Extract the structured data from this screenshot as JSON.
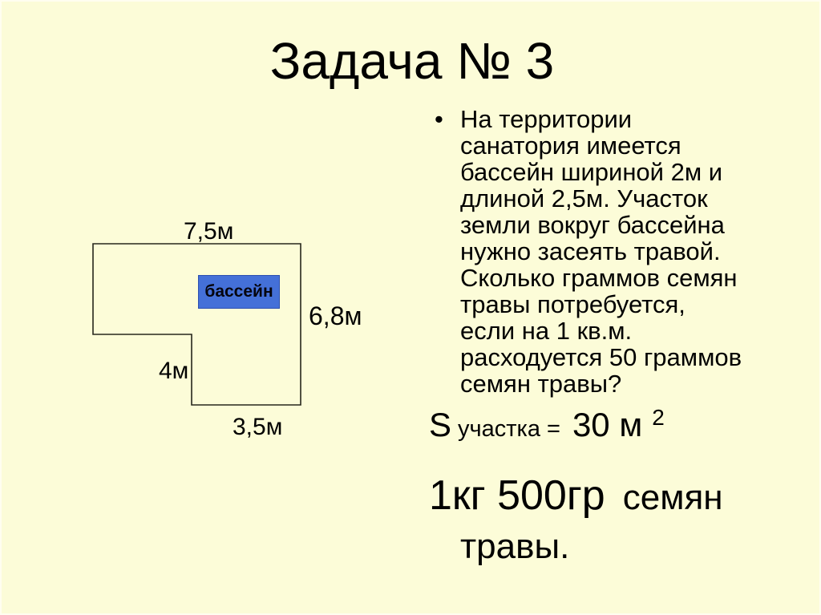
{
  "slide": {
    "title": "Задача № 3",
    "background": "#FCFCD8"
  },
  "problem": {
    "bullet": "•",
    "lines": [
      "На территории",
      "санатория имеется",
      "бассейн шириной 2м и",
      "длиной 2,5м. Участок",
      "земли вокруг бассейна",
      "нужно засеять травой.",
      "Сколько граммов семян",
      "травы потребуется,",
      "если на 1 кв.м.",
      "расходуется 50 граммов",
      "семян травы?"
    ]
  },
  "solution": {
    "area": {
      "symbol": "S",
      "subscript": "участка",
      "equals": "=",
      "value": "30 м",
      "superscript": "2"
    },
    "answer": {
      "amount": "1кг 500гр",
      "unit_line1": "семян",
      "unit_line2": "травы."
    }
  },
  "diagram": {
    "labels": {
      "top": "7,5м",
      "right": "6,8м",
      "left": "4м",
      "bottom": "3,5м"
    },
    "pool": {
      "label": "бассейн",
      "fill": "#4470D8",
      "border": "#2C4FB0"
    },
    "line_color": "#26261C"
  }
}
